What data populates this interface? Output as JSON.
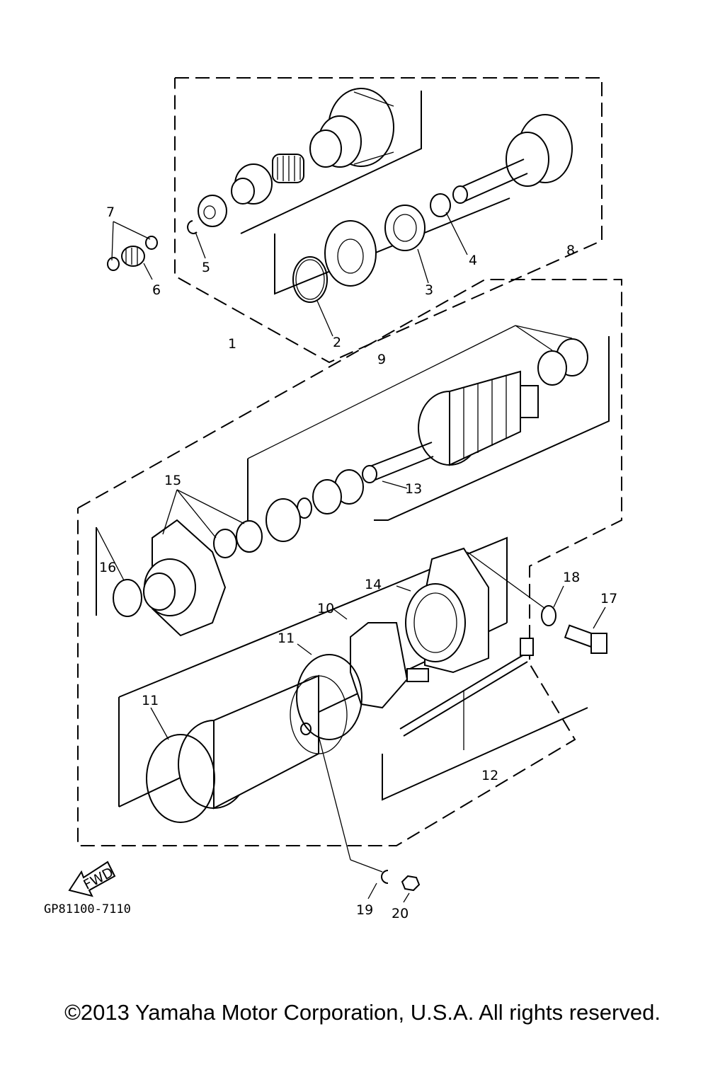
{
  "diagram": {
    "drawing_code": "GP81100-7110",
    "fwd_label": "FWD",
    "callouts": [
      "1",
      "2",
      "3",
      "4",
      "5",
      "6",
      "7",
      "8",
      "9",
      "10",
      "11",
      "11",
      "12",
      "13",
      "14",
      "15",
      "16",
      "17",
      "18",
      "19",
      "20"
    ]
  },
  "footer": {
    "copyright": "©2013 Yamaha Motor Corporation, U.S.A. All rights reserved."
  }
}
